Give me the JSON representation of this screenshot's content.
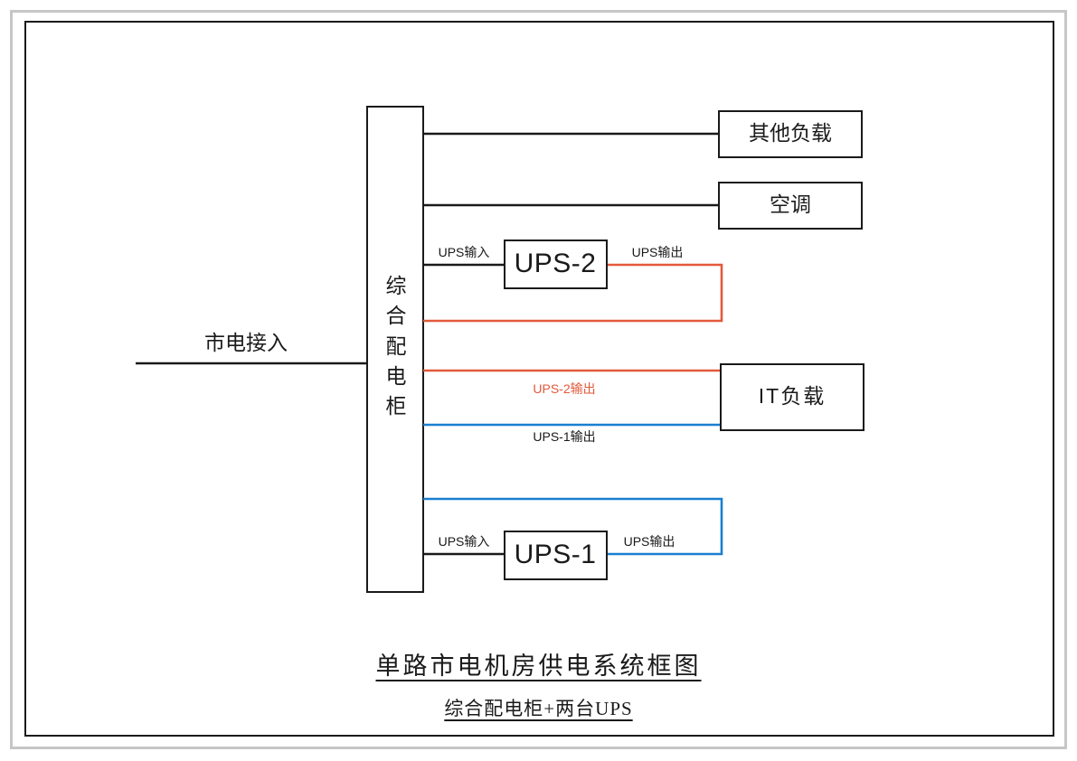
{
  "diagram": {
    "title": "单路市电机房供电系统框图",
    "subtitle": "综合配电柜+两台UPS",
    "colors": {
      "line_black": "#1a1a1a",
      "line_orange": "#e2593a",
      "line_blue": "#1a7fd0",
      "frame_gray": "#c6c6c6",
      "background": "#ffffff"
    },
    "nodes": {
      "mains_input": "市电接入",
      "cabinet": "综合配电柜",
      "cabinet_chars": [
        "综",
        "合",
        "配",
        "电",
        "柜"
      ],
      "other_load": "其他负载",
      "air_conditioner": "空调",
      "ups2": "UPS-2",
      "ups1": "UPS-1",
      "it_load": "IT负载"
    },
    "edge_labels": {
      "ups2_input": "UPS输入",
      "ups2_output": "UPS输出",
      "ups1_input": "UPS输入",
      "ups1_output": "UPS输出",
      "ups2_feed": "UPS-2输出",
      "ups1_feed": "UPS-1输出"
    }
  }
}
